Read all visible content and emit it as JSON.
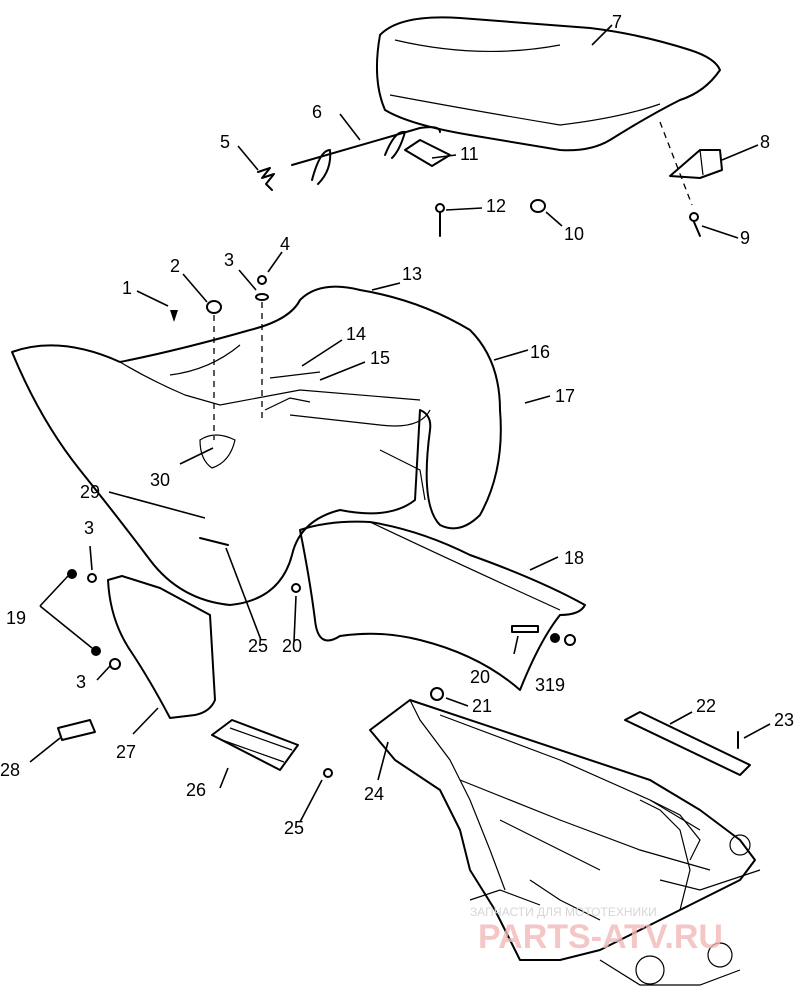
{
  "callouts": {
    "c1": "1",
    "c2": "2",
    "c3a": "3",
    "c4": "4",
    "c5": "5",
    "c6": "6",
    "c7": "7",
    "c8": "8",
    "c9": "9",
    "c10": "10",
    "c11": "11",
    "c12": "12",
    "c13": "13",
    "c14": "14",
    "c15": "15",
    "c16": "16",
    "c17": "17",
    "c18": "18",
    "c3b": "3",
    "c19a": "19",
    "c3c": "3",
    "c20a": "20",
    "c20b": "20",
    "c21": "21",
    "c22": "22",
    "c23": "23",
    "c24": "24",
    "c25a": "25",
    "c25b": "25",
    "c26": "26",
    "c27": "27",
    "c28": "28",
    "c29": "29",
    "c30": "30",
    "c319": "319"
  },
  "watermark": {
    "top": "ЗАПЧАСТИ ДЛЯ МОТОТЕХНИКИ",
    "main": "PARTS-ATV.RU"
  }
}
